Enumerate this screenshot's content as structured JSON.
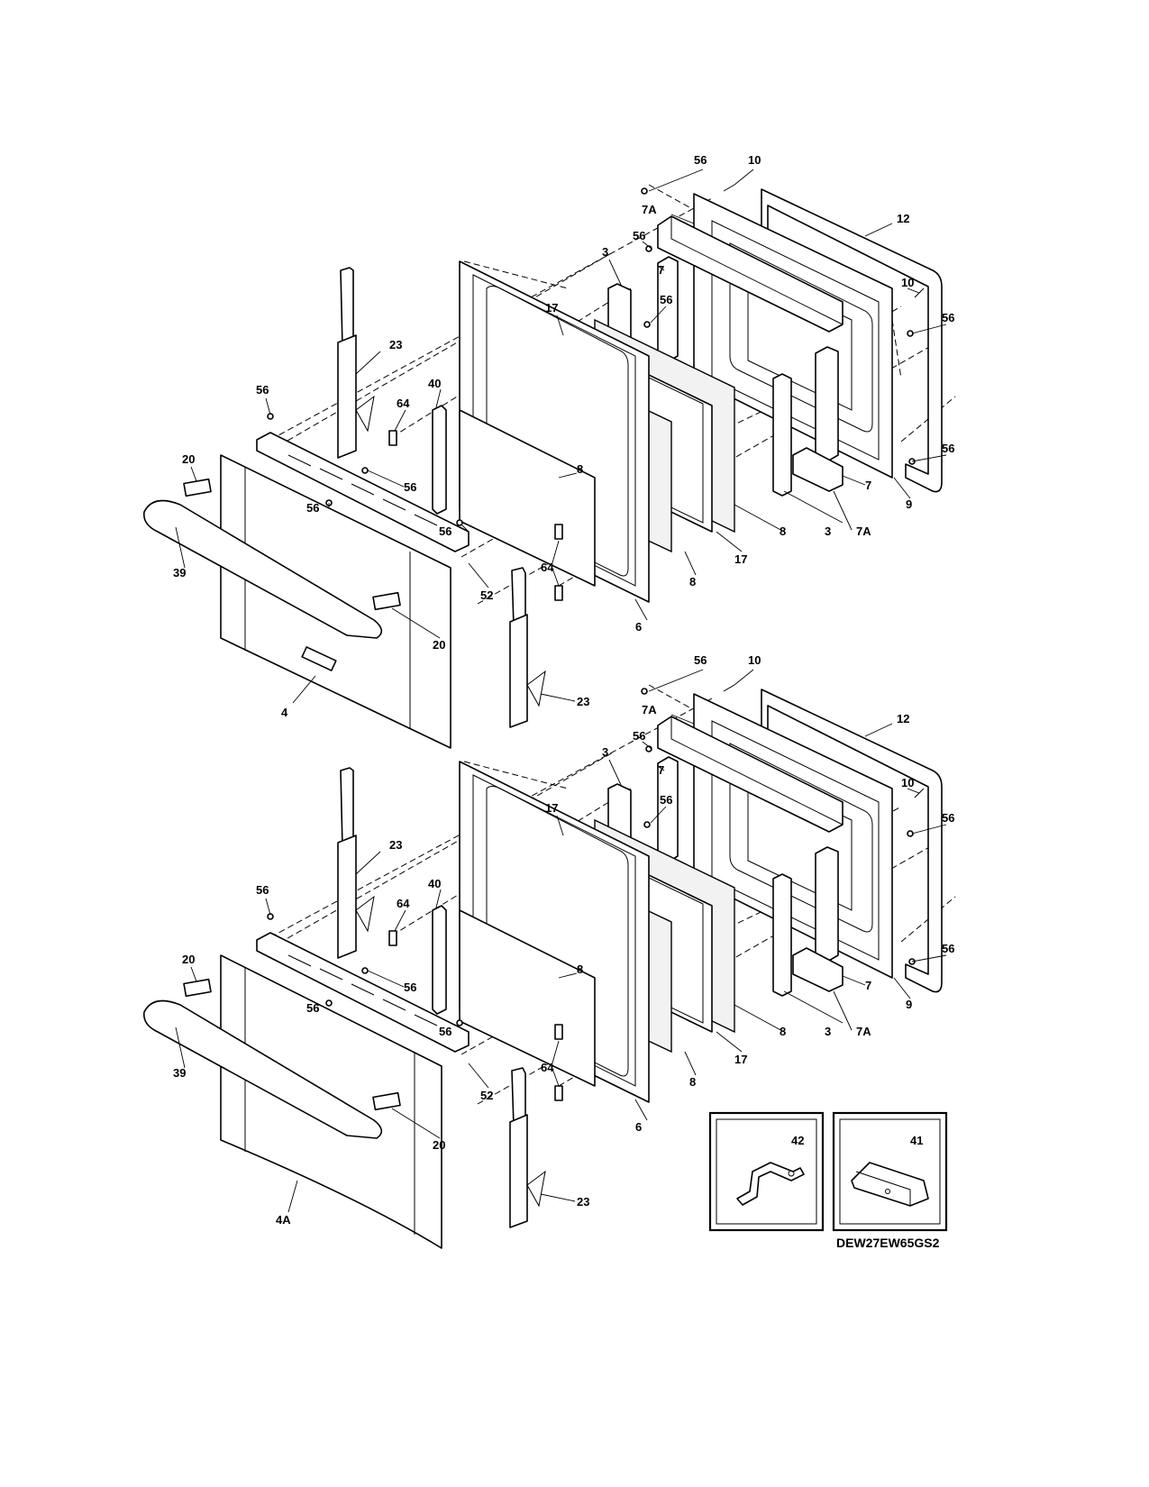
{
  "labels": {
    "p56": "56",
    "p10": "10",
    "p7a": "7A",
    "p12": "12",
    "p3": "3",
    "p7": "7",
    "p17": "17",
    "p23": "23",
    "p40": "40",
    "p64": "64",
    "p20": "20",
    "p8": "8",
    "p39": "39",
    "p52": "52",
    "p6": "6",
    "p9": "9",
    "p4": "4",
    "p4a": "4A",
    "p42": "42",
    "p41": "41"
  },
  "diagram_code": "DEW27EW65GS2"
}
